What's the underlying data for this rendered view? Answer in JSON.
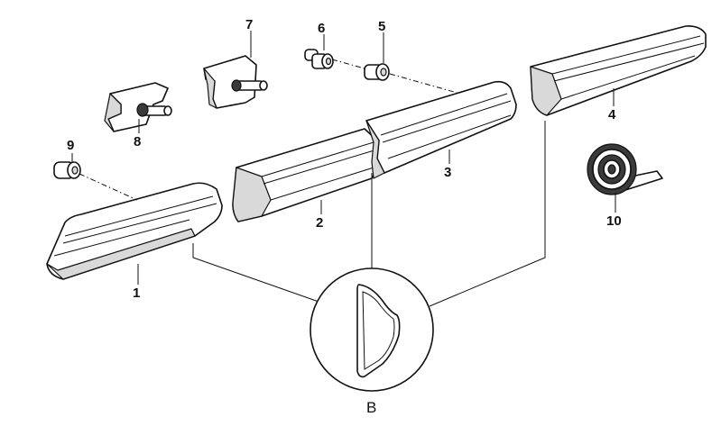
{
  "callouts": {
    "p1": "1",
    "p2": "2",
    "p3": "3",
    "p4": "4",
    "p5": "5",
    "p6": "6",
    "p7": "7",
    "p8": "8",
    "p9": "9",
    "p10": "10"
  },
  "detail": {
    "label": "B"
  },
  "colors": {
    "ink": "#111111",
    "paper": "#ffffff",
    "shade": "#d9d9d9"
  }
}
